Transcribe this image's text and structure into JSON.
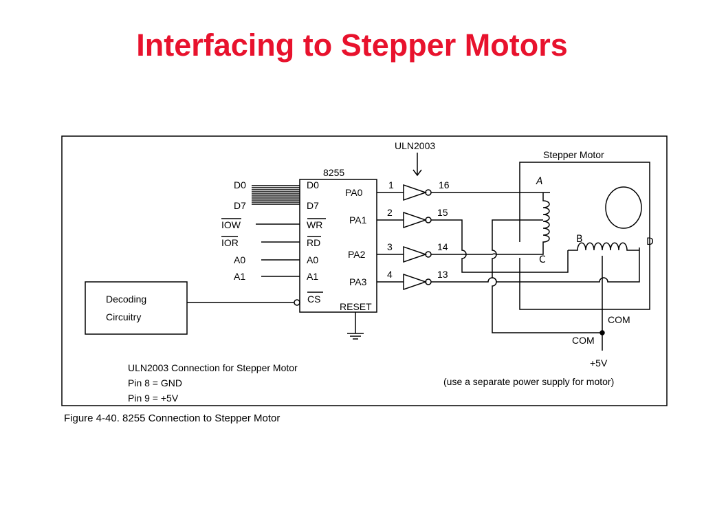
{
  "slide": {
    "title": "Interfacing to Stepper Motors"
  },
  "figure": {
    "caption": "Figure 4-40. 8255 Connection to Stepper Motor",
    "ic_8255": {
      "label": "8255",
      "left_pins": [
        "D0",
        "D7",
        "WR",
        "RD",
        "A0",
        "A1",
        "CS"
      ],
      "right_pins": [
        "PA0",
        "PA1",
        "PA2",
        "PA3"
      ],
      "reset_label": "RESET"
    },
    "bus_signals": [
      "D0",
      "D7",
      "IOW",
      "IOR",
      "A0",
      "A1"
    ],
    "decoder": {
      "line1": "Decoding",
      "line2": "Circuitry"
    },
    "uln": {
      "label": "ULN2003",
      "input_pins": [
        "1",
        "2",
        "3",
        "4"
      ],
      "output_pins": [
        "16",
        "15",
        "14",
        "13"
      ]
    },
    "motor": {
      "title": "Stepper Motor",
      "coil_labels": [
        "A",
        "C",
        "B",
        "D"
      ],
      "com_motor": "COM",
      "com_supply": "COM",
      "vcc": "+5V",
      "supply_note": "(use a separate power supply for motor)"
    },
    "notes": [
      "ULN2003 Connection for Stepper Motor",
      "Pin  8  =  GND",
      "Pin  9  =  +5V"
    ]
  }
}
